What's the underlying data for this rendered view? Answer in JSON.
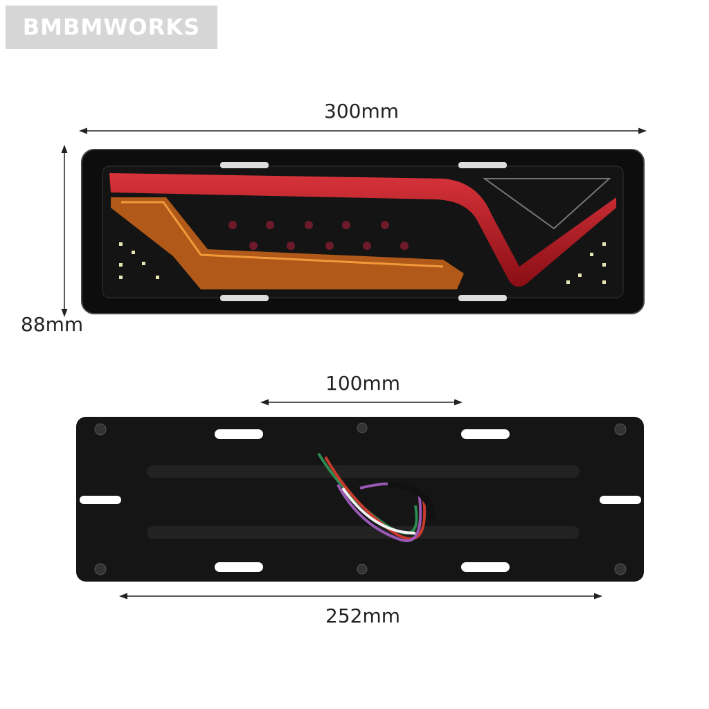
{
  "brand": {
    "logo_text": "BMBMWORKS"
  },
  "dimensions": {
    "front_width": "300mm",
    "front_height": "88mm",
    "mount_spacing": "100mm",
    "back_width": "252mm"
  },
  "colors": {
    "housing": "#111111",
    "red_light": "#b3141e",
    "amber_light": "#d9731b",
    "back_plate": "#1a1a1a"
  }
}
